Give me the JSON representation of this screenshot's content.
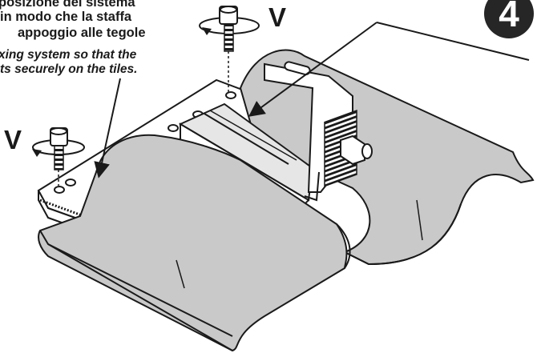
{
  "instructions_it": [
    "posizione del sistema",
    "in modo che la staffa",
    "appoggio alle tegole"
  ],
  "instructions_en": [
    "xing system so that the",
    "ts securely on the tiles."
  ],
  "screw_label_right": "V",
  "screw_label_left": "V",
  "step_number": "4",
  "colors": {
    "tile_fill": "#c9c9c9",
    "line": "#1a1a1a",
    "badge": "#262626"
  },
  "icons": [
    "screw-icon",
    "rotation-arrow-icon",
    "step-badge-icon"
  ]
}
